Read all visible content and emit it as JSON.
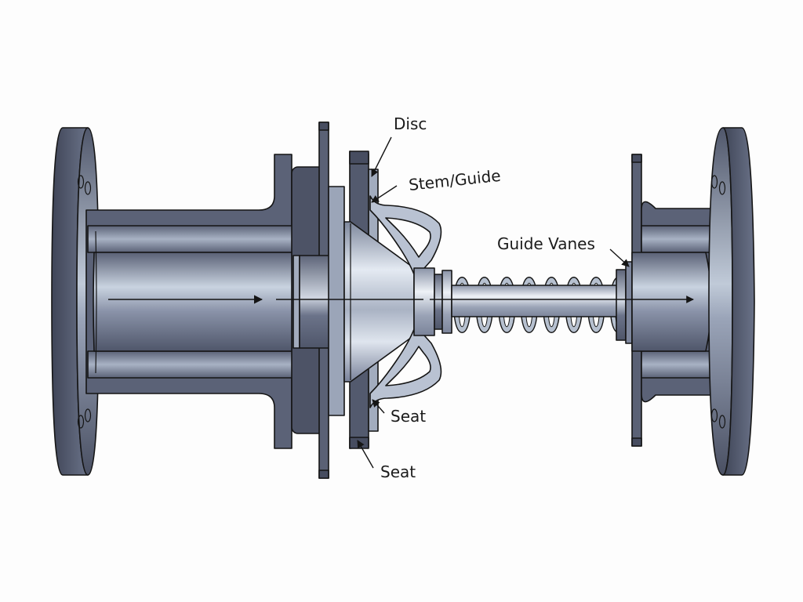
{
  "diagram": {
    "subject": "Check valve cross-section",
    "flow_direction": "left-to-right",
    "components": [
      "inlet-flange",
      "inlet-body",
      "disc",
      "stem-guide",
      "spring",
      "guide-vanes",
      "outlet-body",
      "outlet-flange",
      "seat",
      "seat-ring"
    ],
    "labels": {
      "disc": "Disc",
      "stem_guide": "Stem/Guide",
      "guide_vanes": "Guide Vanes",
      "seat_upper": "Seat",
      "seat_lower": "Seat"
    },
    "colors": {
      "background": "#fdfdfd",
      "metal_dark": "#4d5366",
      "metal_mid": "#6f7891",
      "metal_light": "#c7d0dd",
      "outline": "#151515"
    }
  }
}
